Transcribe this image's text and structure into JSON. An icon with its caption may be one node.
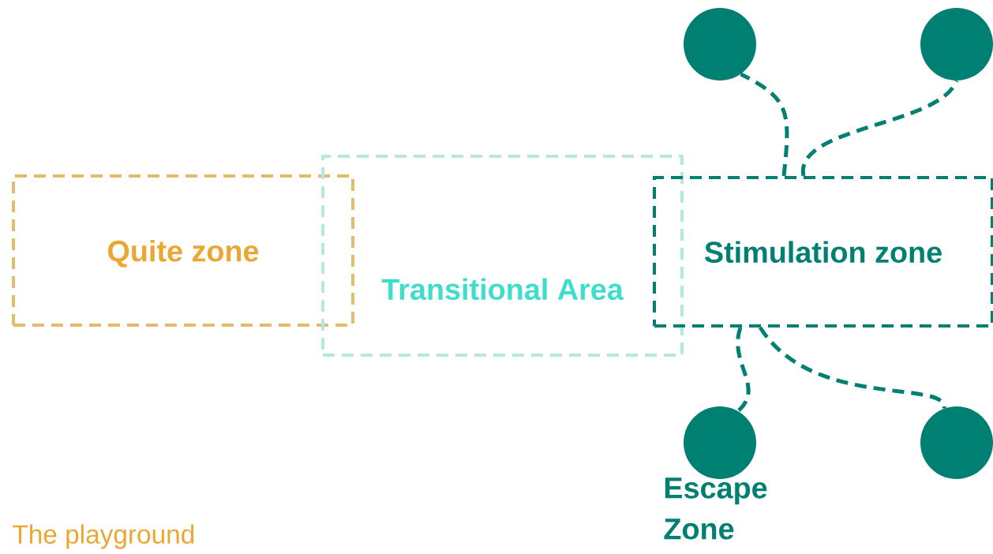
{
  "diagram": {
    "nodes": [
      {
        "text": [
          "Quite zone"
        ]
      },
      {
        "text": [
          "Transitional Area"
        ]
      },
      {
        "text": [
          "Stimulation zone"
        ]
      },
      {
        "text": [],
        "shape": "circle"
      },
      {
        "text": [],
        "shape": "circle"
      },
      {
        "text": [],
        "shape": "circle",
        "beside": [
          "Escape Zone"
        ]
      },
      {
        "text": [],
        "shape": "circle"
      }
    ],
    "edges": [
      {
        "from": 2,
        "to": 3,
        "arrow": "none",
        "style": "dashed"
      },
      {
        "from": 2,
        "to": 4,
        "arrow": "none",
        "style": "dashed"
      },
      {
        "from": 2,
        "to": 5,
        "arrow": "none",
        "style": "dashed"
      },
      {
        "from": 2,
        "to": 6,
        "arrow": "none",
        "style": "dashed"
      }
    ],
    "labels": [
      "The playground"
    ]
  }
}
